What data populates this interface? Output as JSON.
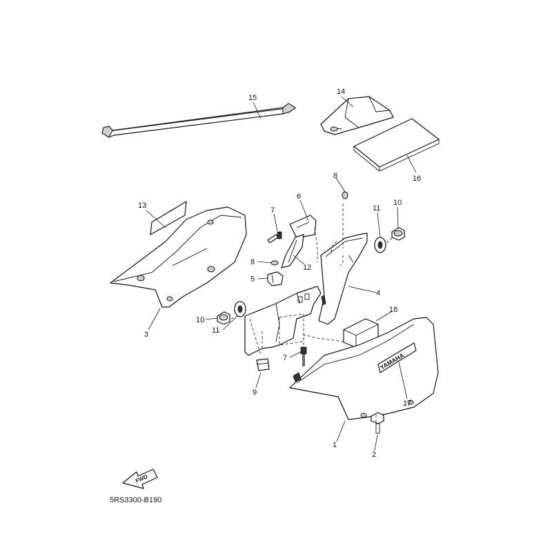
{
  "diagram": {
    "code": "5RS3300-B190",
    "fwd_label": "FWD",
    "brand_label": "YAMAHA",
    "callouts": [
      "1",
      "2",
      "3",
      "4",
      "5",
      "6",
      "7",
      "7",
      "8",
      "8",
      "9",
      "10",
      "10",
      "11",
      "11",
      "12",
      "13",
      "14",
      "15",
      "16",
      "17",
      "18"
    ]
  }
}
